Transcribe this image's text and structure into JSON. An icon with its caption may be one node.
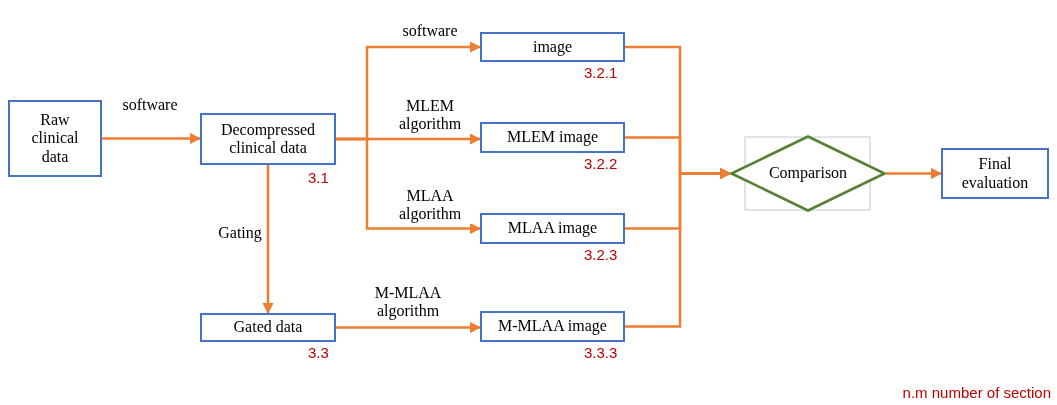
{
  "diagram": {
    "nodes": [
      {
        "text": [
          "Raw clinical data"
        ]
      },
      {
        "text": [
          "Decompressed clinical data"
        ],
        "beside": [
          "3.1"
        ]
      },
      {
        "text": [
          "image"
        ],
        "beside": [
          "3.2.1"
        ]
      },
      {
        "text": [
          "MLEM image"
        ],
        "beside": [
          "3.2.2"
        ]
      },
      {
        "text": [
          "MLAA image"
        ],
        "beside": [
          "3.2.3"
        ]
      },
      {
        "text": [
          "Gated data"
        ],
        "beside": [
          "3.3"
        ]
      },
      {
        "text": [
          "M-MLAA image"
        ],
        "beside": [
          "3.3.3"
        ]
      },
      {
        "text": [
          "Comparison"
        ]
      },
      {
        "text": [
          "Final evaluation"
        ]
      }
    ],
    "edges": [
      {
        "from": 0,
        "to": 1,
        "arrow": "to",
        "label": "software"
      },
      {
        "from": 1,
        "to": 2,
        "arrow": "to",
        "label": "software"
      },
      {
        "from": 1,
        "to": 3,
        "arrow": "to",
        "label": "MLEM algorithm"
      },
      {
        "from": 1,
        "to": 4,
        "arrow": "to",
        "label": "MLAA algorithm"
      },
      {
        "from": 1,
        "to": 5,
        "arrow": "to",
        "label": "Gating"
      },
      {
        "from": 5,
        "to": 6,
        "arrow": "to",
        "label": "M-MLAA algorithm"
      },
      {
        "from": 2,
        "to": 7,
        "arrow": "to"
      },
      {
        "from": 3,
        "to": 7,
        "arrow": "to"
      },
      {
        "from": 4,
        "to": 7,
        "arrow": "to"
      },
      {
        "from": 6,
        "to": 7,
        "arrow": "to"
      },
      {
        "from": 7,
        "to": 8,
        "arrow": "to"
      }
    ],
    "labels": [
      "n.m number of section"
    ]
  }
}
